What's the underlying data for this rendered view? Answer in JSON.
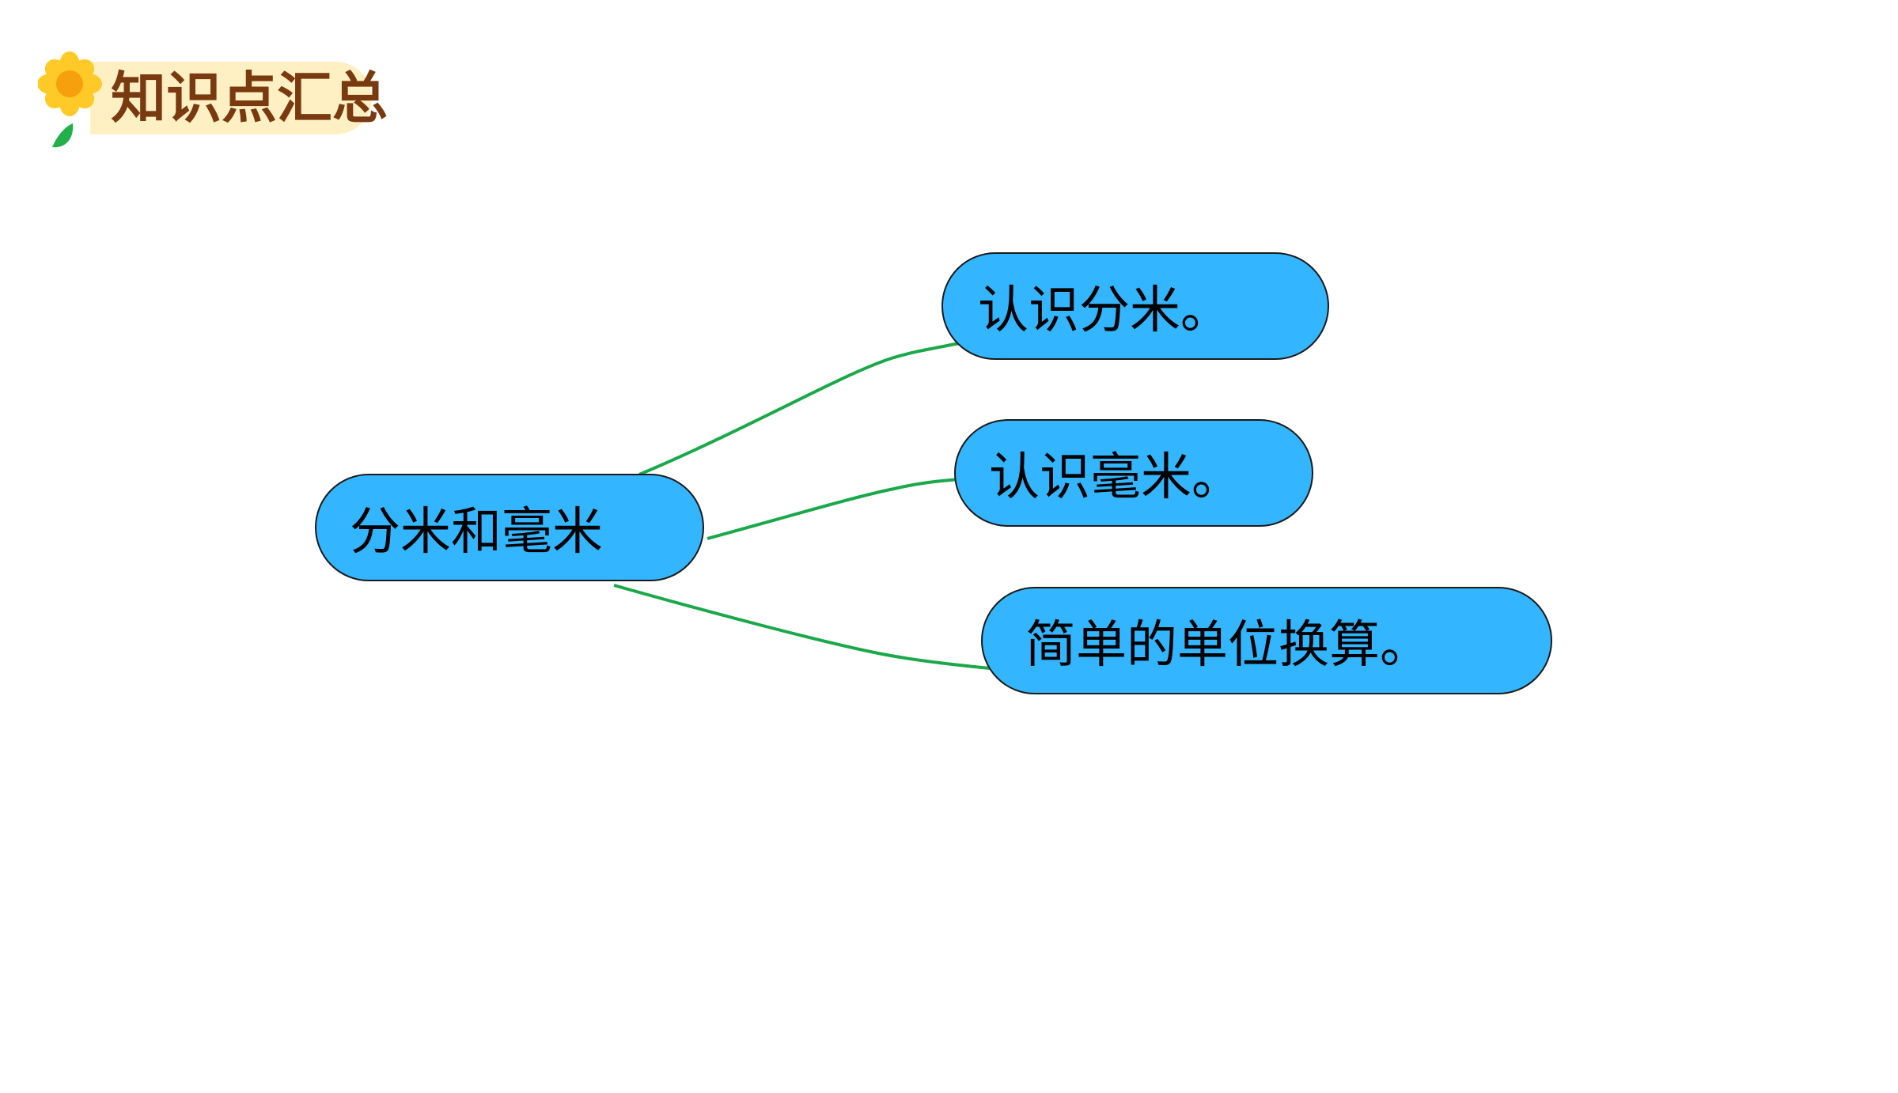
{
  "header": {
    "title": "知识点汇总",
    "icon": "sunflower-icon"
  },
  "diagram": {
    "root": {
      "label": "分米和毫米"
    },
    "children": [
      {
        "label": "认识分米。"
      },
      {
        "label": "认识毫米。"
      },
      {
        "label": "简单的单位换算。"
      }
    ]
  },
  "colors": {
    "node_fill": "#33B5FF",
    "node_border": "#1a1a1a",
    "connector": "#1BA84A",
    "title_text": "#7A3A10",
    "title_bg": "#FFF0C4",
    "petal": "#FFC928",
    "flower_center": "#F5A00C",
    "leaf": "#22B04B"
  }
}
